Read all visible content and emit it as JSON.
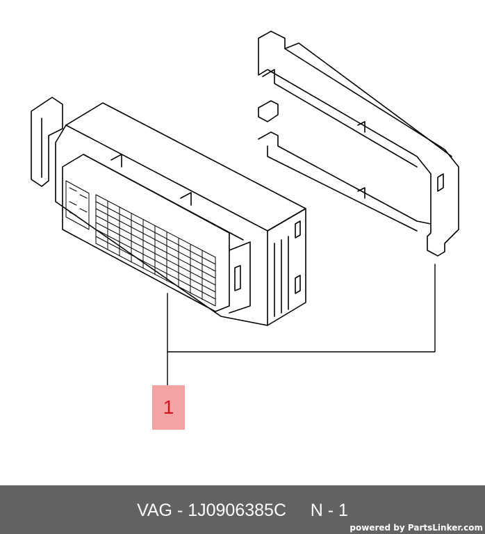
{
  "callout": {
    "label": "1"
  },
  "footer": {
    "text": "VAG - 1J0906385C     N - 1",
    "powered": "powered by PartsLinker.com"
  },
  "colors": {
    "callout_fill": "#f4a3a5",
    "callout_text": "#d0101c",
    "footer_bg": "#626262",
    "line": "#000000"
  }
}
